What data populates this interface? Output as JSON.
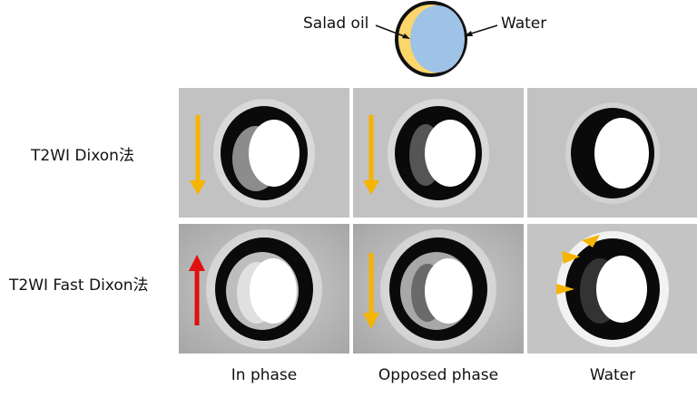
{
  "diagram": {
    "legend": {
      "oil_label": "Salad oil",
      "water_label": "Water"
    },
    "rows": [
      {
        "label": "T2WI Dixon法"
      },
      {
        "label": "T2WI Fast Dixon法"
      }
    ],
    "columns": [
      {
        "label": "In phase"
      },
      {
        "label": "Opposed phase"
      },
      {
        "label": "Water"
      }
    ],
    "colors": {
      "oil": "#fbd66b",
      "water": "#9fc3e7",
      "arrow_orange": "#f5b400",
      "arrow_red": "#e01010",
      "arrowhead_orange": "#f5b400"
    },
    "icons": [
      "arrow-down-icon",
      "arrow-up-icon",
      "arrowhead-icon"
    ]
  }
}
